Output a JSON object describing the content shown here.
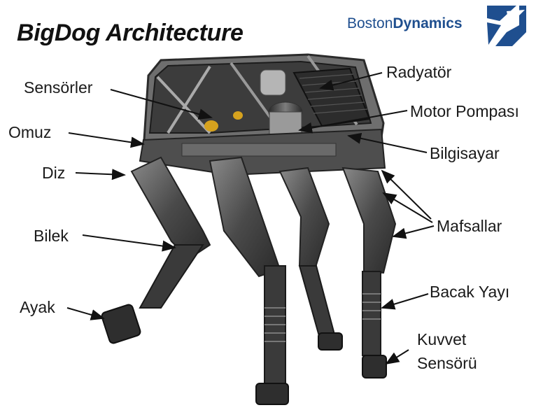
{
  "title": "BigDog Architecture",
  "logo": {
    "part1": "Boston",
    "part2": "Dynamics",
    "mark_icon": "boston-dynamics-logo-mark",
    "colors": {
      "text": "#1f4f8f",
      "mark": "#1f4f8f"
    }
  },
  "labels": {
    "sensorler": "Sensörler",
    "omuz": "Omuz",
    "diz": "Diz",
    "bilek": "Bilek",
    "ayak": "Ayak",
    "radyator": "Radyatör",
    "motor_pompasi": "Motor Pompası",
    "bilgisayar": "Bilgisayar",
    "mafsallar": "Mafsallar",
    "bacak_yayi": "Bacak Yayı",
    "kuvvet_sensoru": [
      "Kuvvet",
      "Sensörü"
    ]
  }
}
